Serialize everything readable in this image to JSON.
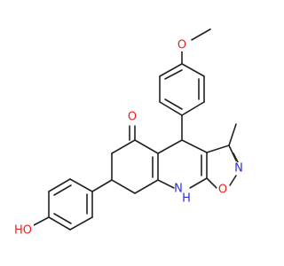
{
  "molecule": {
    "atom_labels": {
      "methoxy_o": "O",
      "ketone_o": "O",
      "ring_n": "N",
      "ring_o": "O",
      "nh_n": "N",
      "nh_h": "H",
      "hydroxyl": "HO"
    },
    "colors": {
      "bond": "#222222",
      "oxygen": "#e8241f",
      "nitrogen": "#2d2de0"
    }
  }
}
